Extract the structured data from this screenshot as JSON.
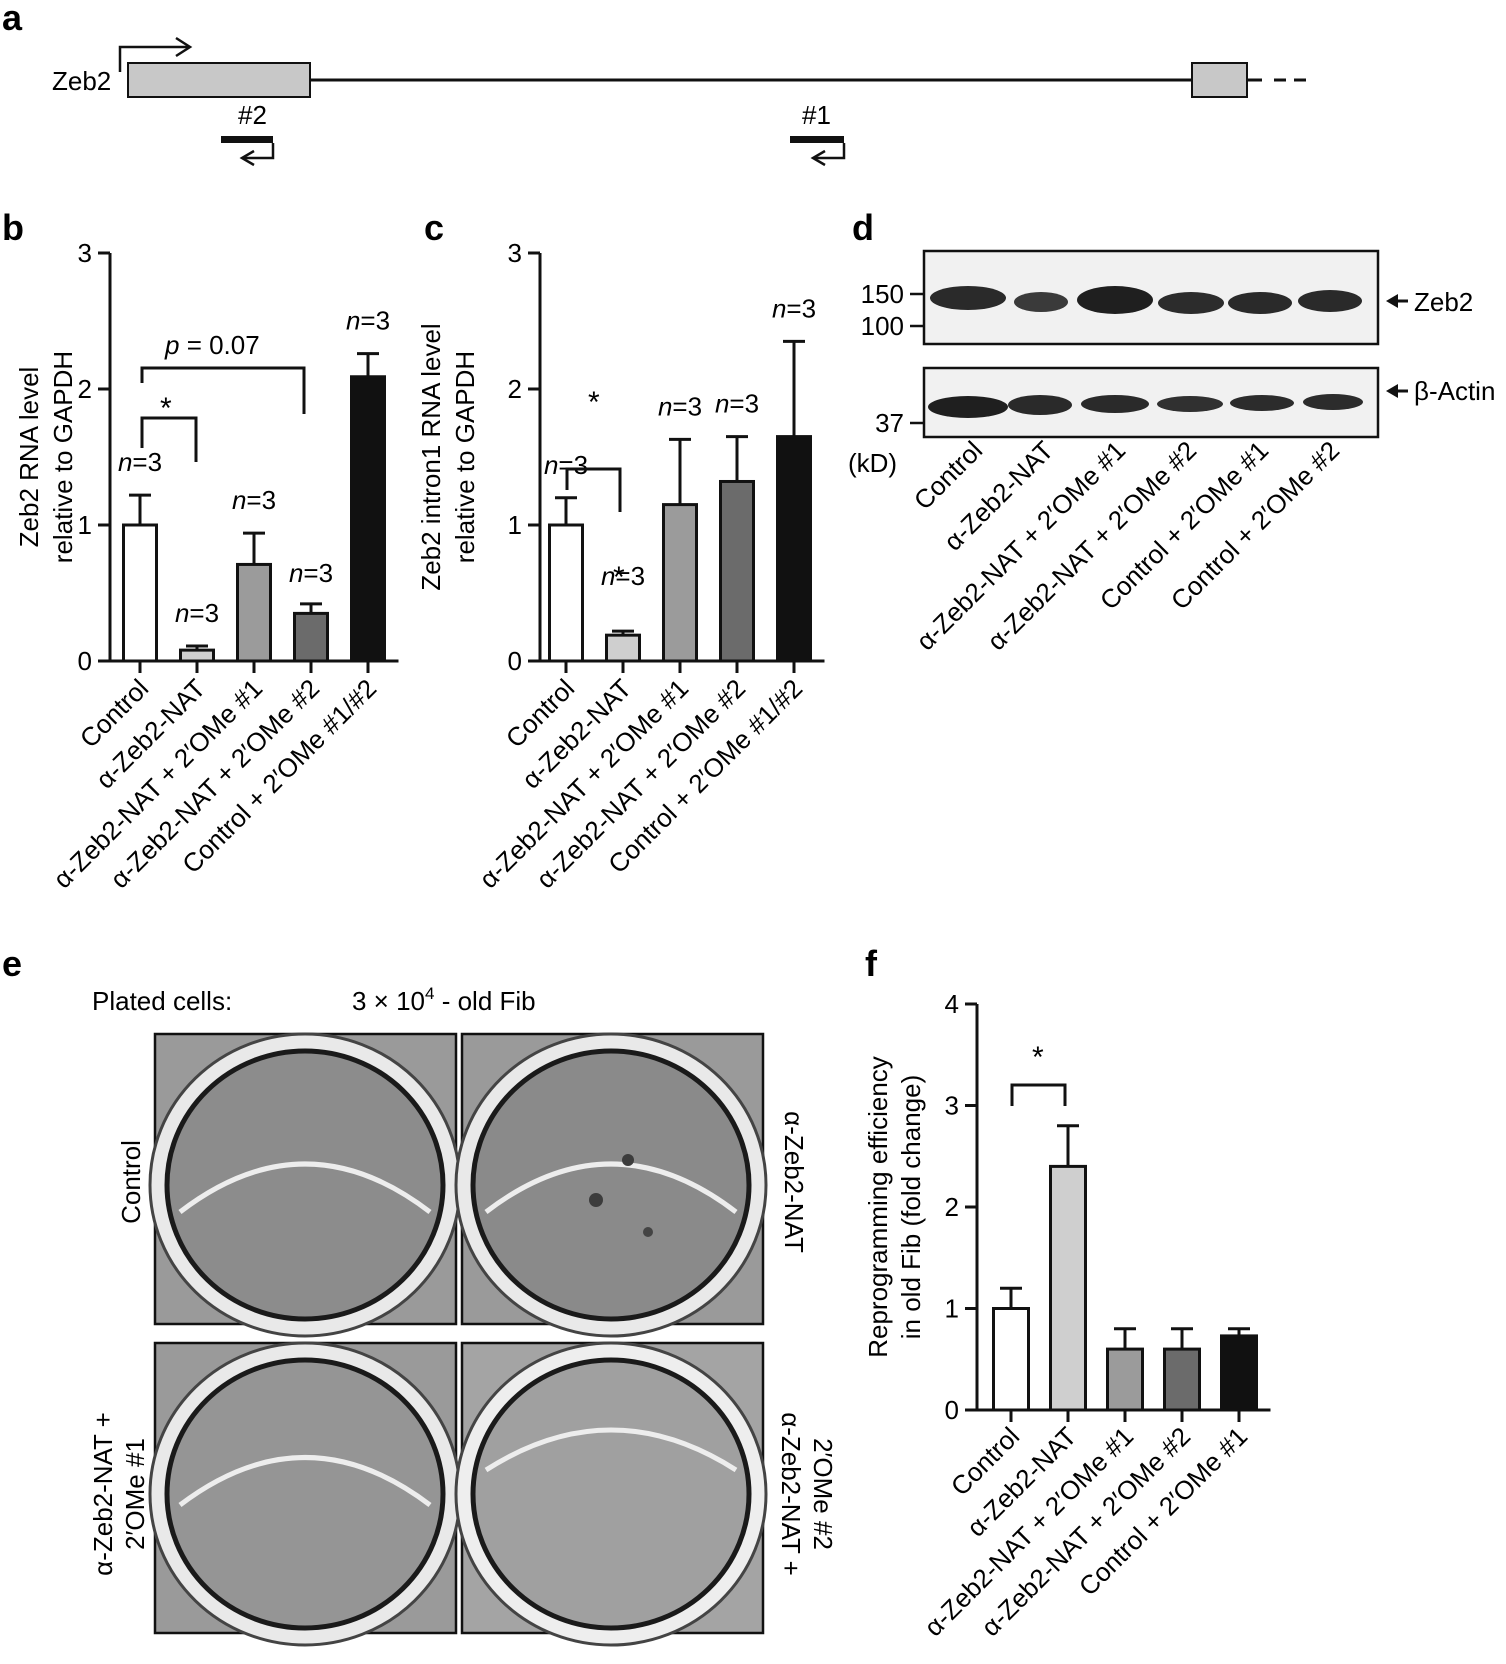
{
  "panels": {
    "a": {
      "letter": "a",
      "gene_label": "Zeb2",
      "primer1": "#1",
      "primer2": "#2"
    },
    "b": {
      "letter": "b"
    },
    "c": {
      "letter": "c"
    },
    "d": {
      "letter": "d",
      "bands": [
        "Zeb2",
        "β-Actin"
      ],
      "markers": [
        "150",
        "100",
        "37"
      ],
      "unit": "(kD)",
      "lanes": [
        "Control",
        "α-Zeb2-NAT",
        "α-Zeb2-NAT + 2′OMe #1",
        "α-Zeb2-NAT + 2′OMe #2",
        "Control + 2′OMe #1",
        "Control + 2′OMe #2"
      ]
    },
    "e": {
      "letter": "e",
      "plated_label": "Plated cells:",
      "plated_value": "3 × 10",
      "plated_exp": "4",
      "plated_suffix": " - old Fib",
      "wells": [
        "Control",
        "α-Zeb2-NAT",
        "α-Zeb2-NAT + 2′OMe #1",
        "α-Zeb2-NAT + 2′OMe #2"
      ],
      "well_label_lines": {
        "w3a": "α-Zeb2-NAT +",
        "w3b": "2′OMe #1",
        "w4a": "α-Zeb2-NAT +",
        "w4b": "2′OMe #2"
      }
    },
    "f": {
      "letter": "f"
    }
  },
  "chart_data": [
    {
      "id": "b",
      "type": "bar",
      "ylabel": [
        "Zeb2 RNA level",
        "relative to GAPDH"
      ],
      "ylim": [
        0,
        3
      ],
      "yticks": [
        "0",
        "1",
        "2",
        "3"
      ],
      "categories": [
        "Control",
        "α-Zeb2-NAT",
        "α-Zeb2-NAT + 2′OMe #1",
        "α-Zeb2-NAT + 2′OMe #2",
        "Control + 2′OMe #1/#2"
      ],
      "values": [
        1.0,
        0.08,
        0.71,
        0.35,
        2.09
      ],
      "errors": [
        0.22,
        0.03,
        0.23,
        0.07,
        0.17
      ],
      "colors": [
        "#ffffff",
        "#cfcfcf",
        "#9b9b9b",
        "#6b6b6b",
        "#111111"
      ],
      "n_labels": [
        "n=3",
        "n=3",
        "n=3",
        "n=3",
        "n=3"
      ],
      "annotations": [
        "*",
        "p = 0.07"
      ]
    },
    {
      "id": "c",
      "type": "bar",
      "ylabel": [
        "Zeb2 intron1 RNA level",
        "relative to GAPDH"
      ],
      "ylim": [
        0,
        3
      ],
      "yticks": [
        "0",
        "1",
        "2",
        "3"
      ],
      "categories": [
        "Control",
        "α-Zeb2-NAT",
        "α-Zeb2-NAT + 2′OMe #1",
        "α-Zeb2-NAT + 2′OMe #2",
        "Control + 2′OMe #1/#2"
      ],
      "values": [
        1.0,
        0.19,
        1.15,
        1.32,
        1.65
      ],
      "errors": [
        0.2,
        0.03,
        0.48,
        0.33,
        0.7
      ],
      "colors": [
        "#ffffff",
        "#cfcfcf",
        "#9b9b9b",
        "#6b6b6b",
        "#111111"
      ],
      "n_labels": [
        "n=3",
        "n=3",
        "n=3",
        "n=3",
        "n=3"
      ],
      "annotations": [
        "*",
        "*"
      ]
    },
    {
      "id": "f",
      "type": "bar",
      "ylabel": [
        "Reprogramming efficiency",
        "in old Fib (fold change)"
      ],
      "ylim": [
        0,
        4
      ],
      "yticks": [
        "0",
        "1",
        "2",
        "3",
        "4"
      ],
      "categories": [
        "Control",
        "α-Zeb2-NAT",
        "α-Zeb2-NAT + 2′OMe #1",
        "α-Zeb2-NAT + 2′OMe #2",
        "Control + 2′OMe #1"
      ],
      "values": [
        1.0,
        2.4,
        0.6,
        0.6,
        0.73
      ],
      "errors": [
        0.2,
        0.4,
        0.2,
        0.2,
        0.07
      ],
      "colors": [
        "#ffffff",
        "#cfcfcf",
        "#9b9b9b",
        "#6b6b6b",
        "#111111"
      ],
      "annotations": [
        "*"
      ]
    }
  ]
}
